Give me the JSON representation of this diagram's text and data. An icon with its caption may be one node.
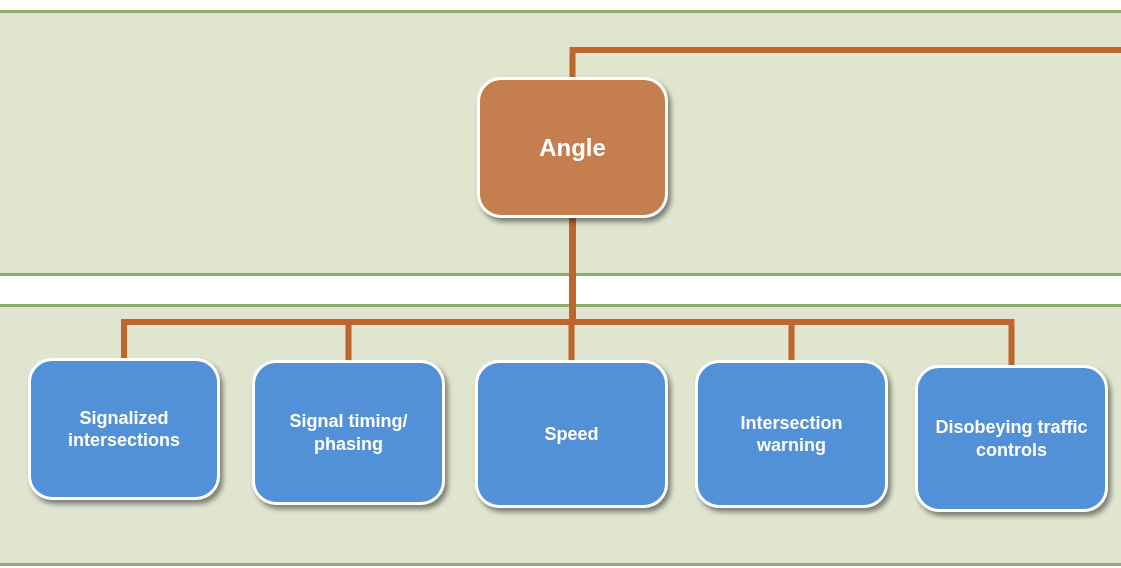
{
  "diagram": {
    "nodes": [
      {
        "text": [
          "Angle"
        ]
      },
      {
        "text": [
          "Signalized intersections"
        ]
      },
      {
        "text": [
          "Signal timing/ phasing"
        ]
      },
      {
        "text": [
          "Speed"
        ]
      },
      {
        "text": [
          "Intersection warning"
        ]
      },
      {
        "text": [
          "Disobeying traffic controls"
        ]
      }
    ],
    "edges": [
      {
        "from": 0,
        "to": null,
        "arrow": "none"
      },
      {
        "from": 0,
        "to": 1,
        "arrow": "none"
      },
      {
        "from": 0,
        "to": 2,
        "arrow": "none"
      },
      {
        "from": 0,
        "to": 3,
        "arrow": "none"
      },
      {
        "from": 0,
        "to": 4,
        "arrow": "none"
      },
      {
        "from": 0,
        "to": 5,
        "arrow": "none"
      }
    ]
  }
}
